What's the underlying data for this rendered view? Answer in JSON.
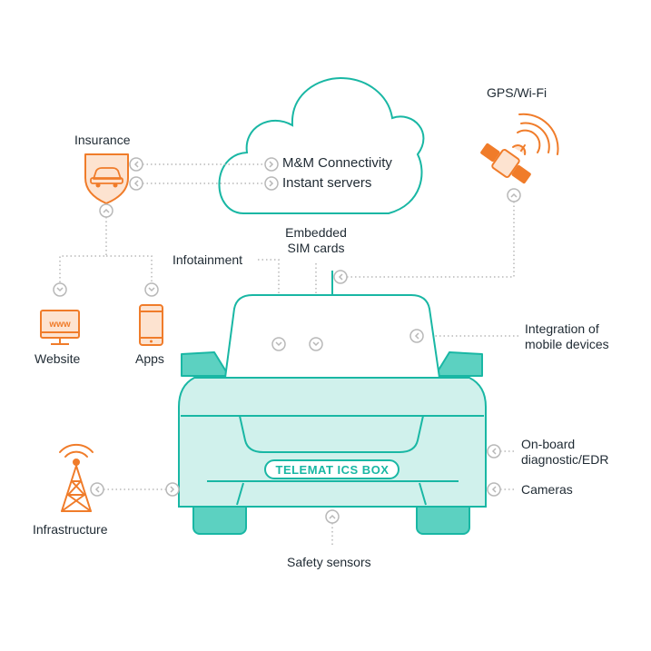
{
  "colors": {
    "accent": "#f07c2a",
    "teal": "#19b7a4",
    "teal_fill": "#d0f1ec",
    "teal_mid": "#5cd1c1",
    "connector": "#b8b8b8",
    "text": "#1f2a33"
  },
  "labels": {
    "gps": "GPS/Wi-Fi",
    "insurance": "Insurance",
    "mm_connectivity": "M&M Connectivity",
    "instant_servers": "Instant servers",
    "embedded_line1": "Embedded",
    "embedded_line2": "SIM cards",
    "infotainment": "Infotainment",
    "website": "Website",
    "apps": "Apps",
    "integration_line1": "Integration of",
    "integration_line2": "mobile devices",
    "onboard_line1": "On-board",
    "onboard_line2": "diagnostic/EDR",
    "cameras": "Cameras",
    "infrastructure": "Infrastructure",
    "safety_sensors": "Safety sensors",
    "telematics_box": "TELEMAT ICS BOX"
  },
  "icons": {
    "shield": "shield-car-icon",
    "satellite": "satellite-icon",
    "monitor": "www-monitor-icon",
    "phone": "smartphone-icon",
    "tower": "radio-tower-icon",
    "cloud": "cloud-icon",
    "car": "car-front-icon",
    "www_text": "www"
  }
}
